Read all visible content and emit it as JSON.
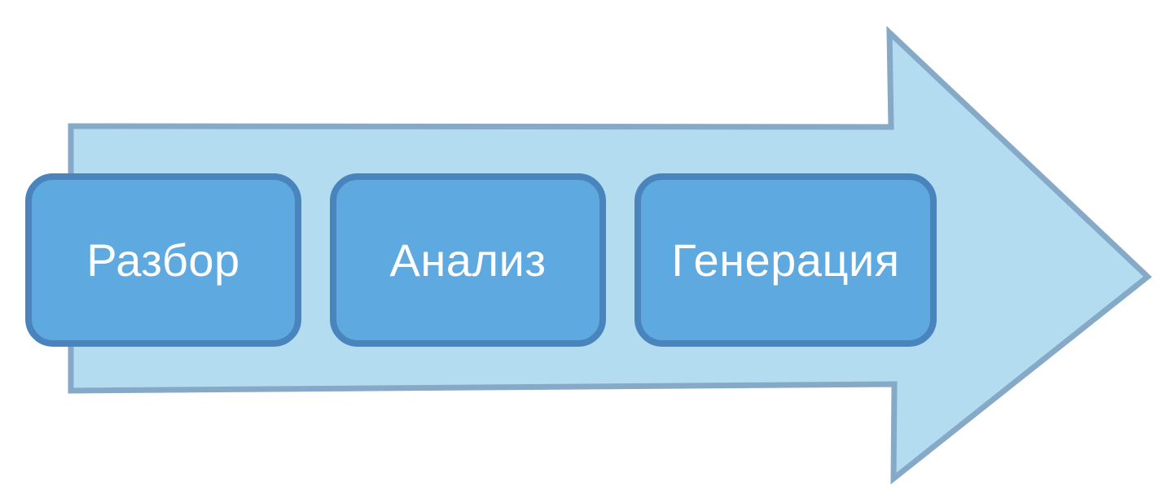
{
  "diagram": {
    "type": "process-arrow",
    "direction": "left-to-right",
    "colors": {
      "background": "#ffffff",
      "arrow_fill": "#b4dcf0",
      "arrow_stroke": "#85a9c7",
      "box_fill": "#5ea9e0",
      "box_stroke": "#4a84bd",
      "box_text": "#ffffff"
    },
    "steps": [
      {
        "label": "Разбор"
      },
      {
        "label": "Анализ"
      },
      {
        "label": "Генерация"
      }
    ]
  }
}
